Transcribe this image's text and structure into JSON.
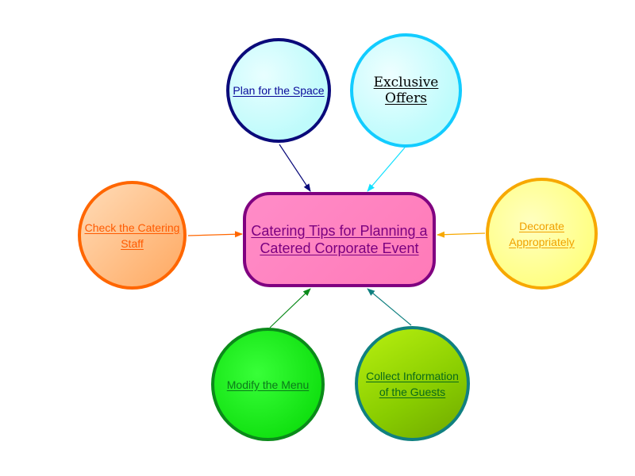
{
  "diagram": {
    "center": {
      "label_line1": "Catering Tips for Planning a",
      "label_line2": "Catered Corporate Event"
    },
    "nodes": {
      "space": {
        "line1": "Plan for the Space"
      },
      "offers": {
        "line1": "Exclusive Offers"
      },
      "decorate": {
        "line1": "Decorate",
        "line2": "Appropriately"
      },
      "staff": {
        "line1": "Check the Catering",
        "line2": "Staff"
      },
      "menu": {
        "line1": "Modify the Menu"
      },
      "guests": {
        "line1": "Collect Information",
        "line2": "of the Guests"
      }
    },
    "colors": {
      "center_border": "#800080",
      "center_fill": "#ff80c0",
      "space_border": "#0a0a7a",
      "offers_border": "#12ccff",
      "decorate_border": "#f7a800",
      "staff_border": "#ff6600",
      "menu_border": "#0b8a1a",
      "guests_border": "#108080"
    }
  }
}
